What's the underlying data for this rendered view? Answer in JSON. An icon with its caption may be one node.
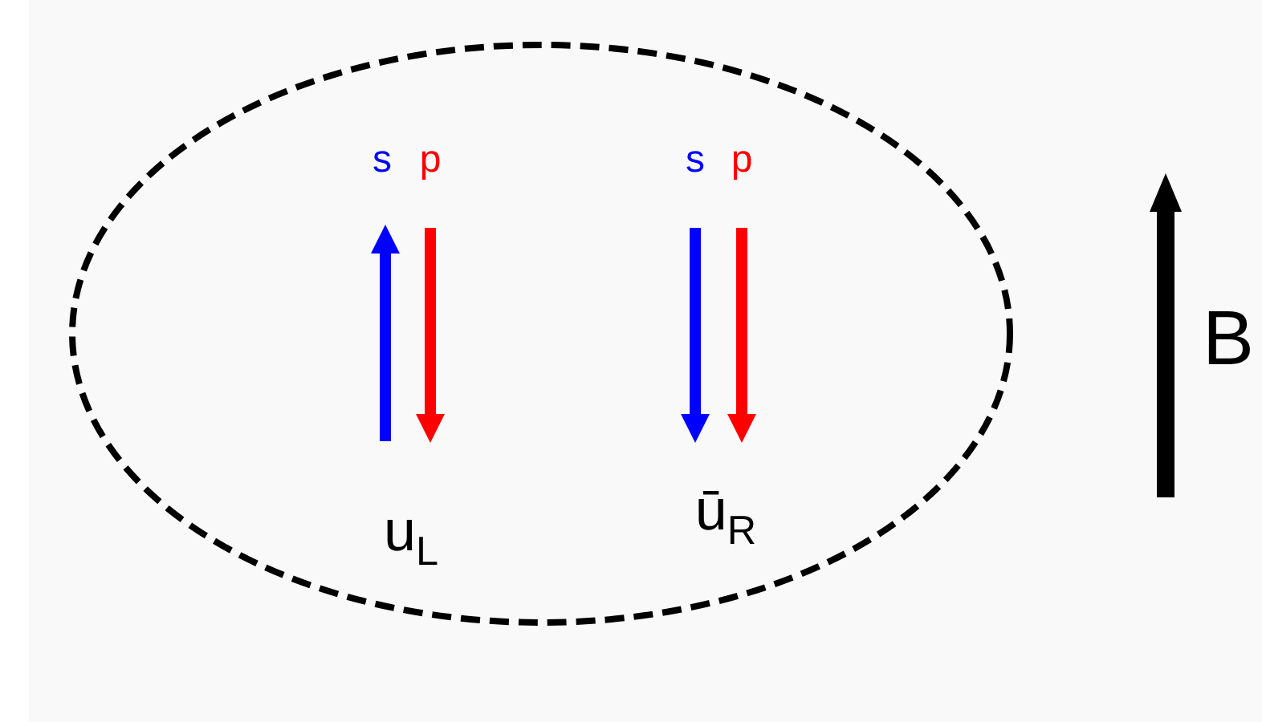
{
  "diagram": {
    "labels": [
      "s",
      "p",
      "s",
      "p",
      "u$_{L}$",
      "ū$_{R}$",
      "B"
    ]
  }
}
